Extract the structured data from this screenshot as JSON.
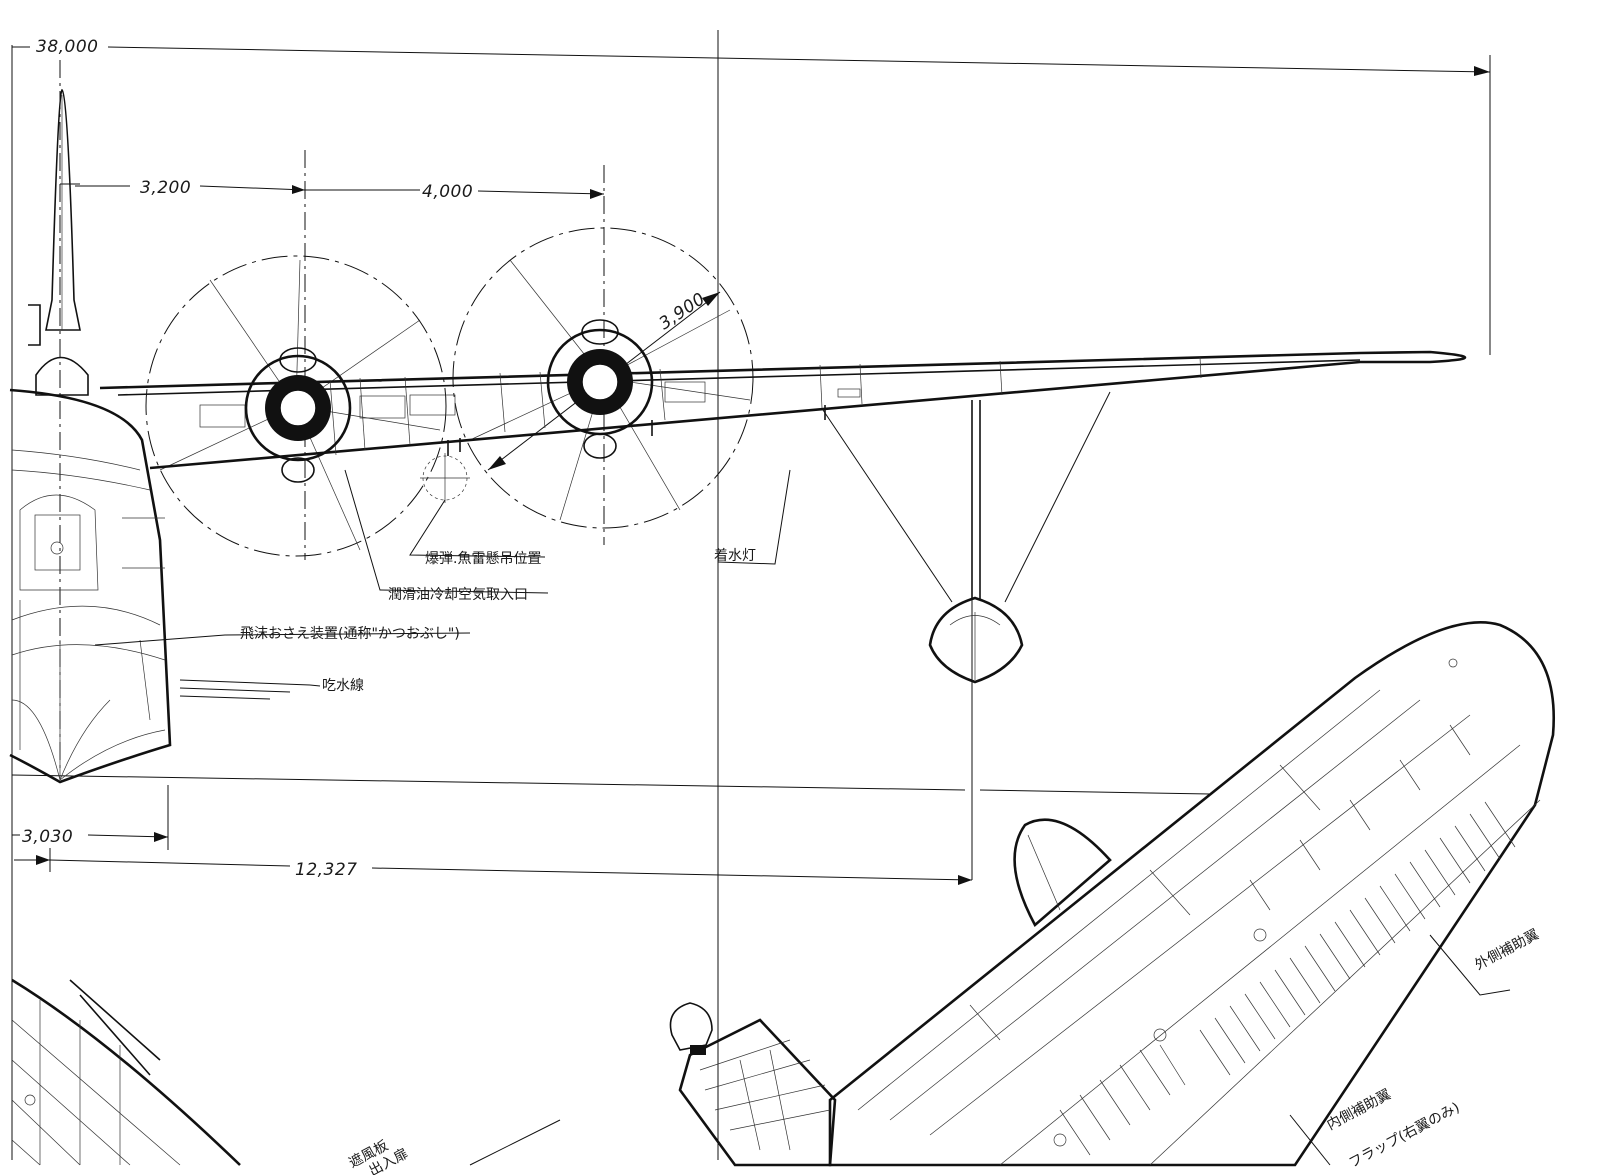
{
  "dimensions": {
    "span": "38,000",
    "outer_engine_offset": "3,200",
    "engine_spacing": "4,000",
    "propeller_diameter": "3,900",
    "hull_half_width": "3,030",
    "float_offset": "12,327"
  },
  "annotations": {
    "bomb_torpedo_position": "爆弾.魚雷懸吊位置",
    "oil_cooler_intake": "潤滑油冷却空気取入口",
    "landing_light": "着水灯",
    "spray_suppressor": "飛沫おさえ装置(通称\"かつおぶし\")",
    "waterline": "吃水線",
    "outer_aileron": "外側補助翼",
    "inner_aileron": "内側補助翼",
    "flap_note": "フラップ(右翼のみ)",
    "windshield": "遮風板",
    "entrance_door": "出入扉"
  }
}
